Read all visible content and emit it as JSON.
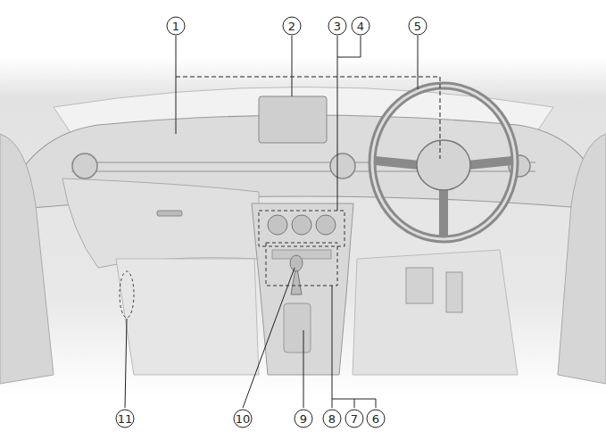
{
  "diagram": {
    "labels": [
      "1",
      "2",
      "3",
      "4",
      "5",
      "11",
      "10",
      "9",
      "8",
      "7",
      "6"
    ]
  }
}
